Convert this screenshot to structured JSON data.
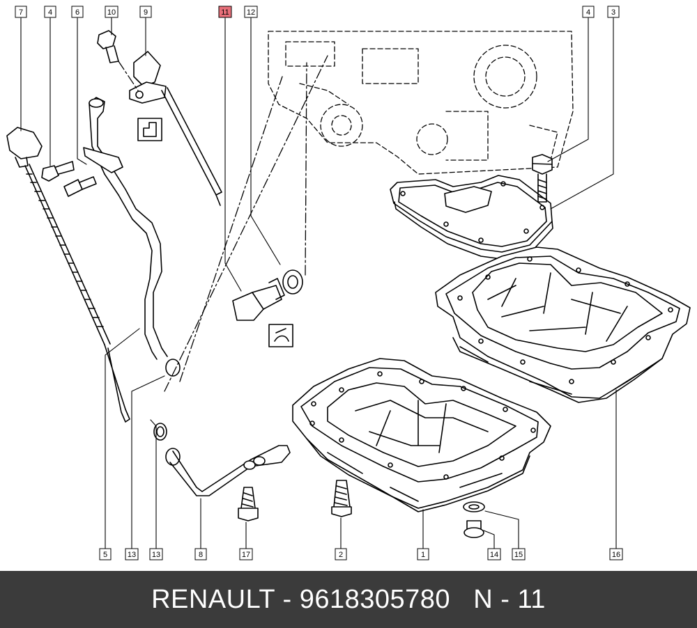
{
  "callouts": [
    {
      "id": "7",
      "highlight": false
    },
    {
      "id": "4",
      "highlight": false
    },
    {
      "id": "6",
      "highlight": false
    },
    {
      "id": "10",
      "highlight": false
    },
    {
      "id": "9",
      "highlight": false
    },
    {
      "id": "11",
      "highlight": true
    },
    {
      "id": "12",
      "highlight": false
    },
    {
      "id": "4",
      "highlight": false
    },
    {
      "id": "3",
      "highlight": false
    },
    {
      "id": "5",
      "highlight": false
    },
    {
      "id": "13",
      "highlight": false
    },
    {
      "id": "13",
      "highlight": false
    },
    {
      "id": "8",
      "highlight": false
    },
    {
      "id": "17",
      "highlight": false
    },
    {
      "id": "2",
      "highlight": false
    },
    {
      "id": "1",
      "highlight": false
    },
    {
      "id": "14",
      "highlight": false
    },
    {
      "id": "15",
      "highlight": false
    },
    {
      "id": "16",
      "highlight": false
    }
  ],
  "colors": {
    "highlight": "#e8707a",
    "footer_bg": "#3b3b3b",
    "footer_text": "#ffffff",
    "line": "#000000"
  },
  "footer": {
    "brand": "RENAULT",
    "part_number": "9618305780",
    "diagram_ref": "N - 11"
  }
}
